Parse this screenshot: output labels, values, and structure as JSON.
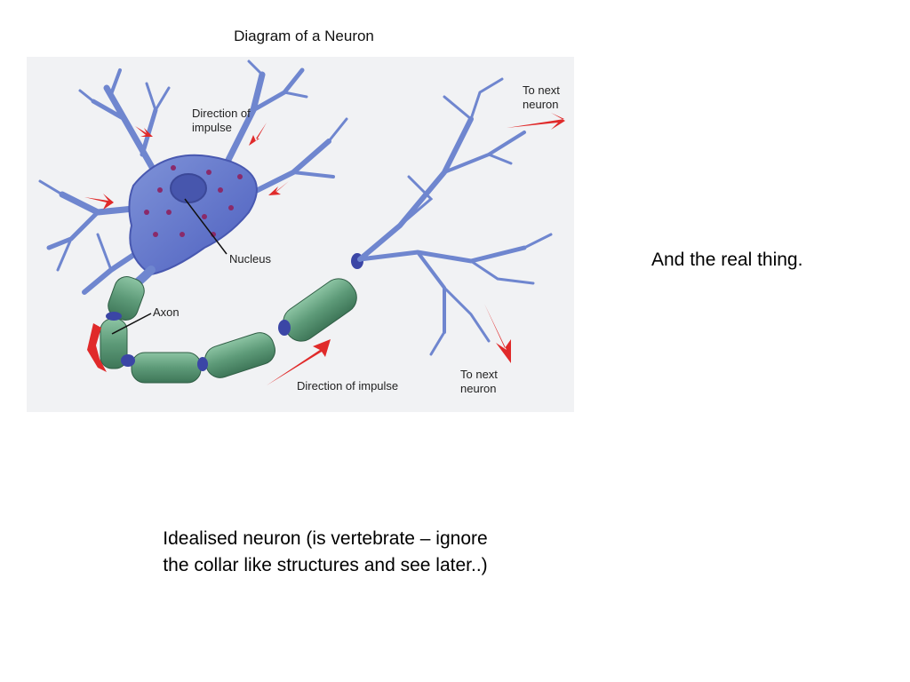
{
  "diagram": {
    "title": "Diagram of a Neuron",
    "labels": {
      "direction_top_line1": "Direction of",
      "direction_top_line2": "impulse",
      "nucleus": "Nucleus",
      "axon": "Axon",
      "direction_bottom": "Direction of impulse",
      "next_top_line1": "To next",
      "next_top_line2": "neuron",
      "next_bottom_line1": "To next",
      "next_bottom_line2": "neuron"
    },
    "colors": {
      "dendrite": "#6f86cf",
      "cell_body": "#5566c4",
      "myelin": "#5d9a78",
      "node": "#3b46a6",
      "arrow": "#e02a2a"
    }
  },
  "side_caption": "And the real thing.",
  "caption": {
    "line1": "Idealised neuron (is vertebrate – ignore",
    "line2": "the collar like structures and see later..)"
  }
}
